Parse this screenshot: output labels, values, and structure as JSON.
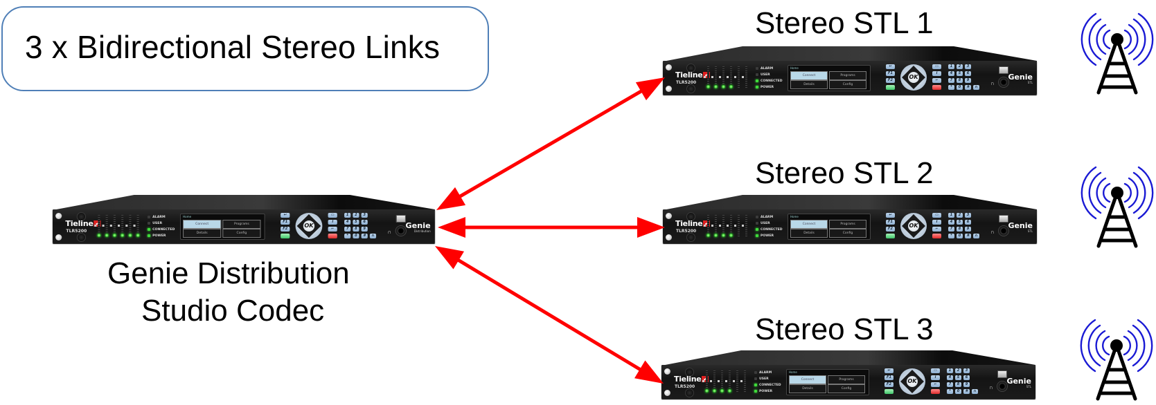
{
  "title": "3 x Bidirectional Stereo Links",
  "colors": {
    "title_border": "#4f7fb7",
    "link_arrow": "#ff0000",
    "tower_waves": "#1a1ad4",
    "tower_body": "#000000",
    "led_green": "#3fdc3a"
  },
  "studio_codec": {
    "label_line1": "Genie Distribution",
    "label_line2": "Studio Codec",
    "brand": "Tieline",
    "model": "TLR5200",
    "product": "Genie",
    "product_variant": "Distribution",
    "active_meters": 6
  },
  "stl_units": [
    {
      "label": "Stereo STL 1",
      "brand": "Tieline",
      "model": "TLR5200",
      "product": "Genie",
      "product_variant": "STL",
      "active_meters": 4
    },
    {
      "label": "Stereo STL 2",
      "brand": "Tieline",
      "model": "TLR5200",
      "product": "Genie",
      "product_variant": "STL",
      "active_meters": 4
    },
    {
      "label": "Stereo STL 3",
      "brand": "Tieline",
      "model": "TLR5200",
      "product": "Genie",
      "product_variant": "STL",
      "active_meters": 4
    }
  ],
  "device_panel": {
    "status_leds": [
      {
        "label": "ALARM",
        "on": false
      },
      {
        "label": "USER",
        "on": false
      },
      {
        "label": "CONNECTED",
        "on": true
      },
      {
        "label": "POWER",
        "on": true
      }
    ],
    "screen_header": "Home",
    "screen_buttons": [
      "Connect",
      "Programs",
      "Details",
      "Config"
    ],
    "selected_screen_button": "Connect",
    "left_keys": [
      "↩",
      "F1",
      "F2",
      ""
    ],
    "ok_label": "OK",
    "keypad": [
      "1",
      "2",
      "3",
      "4",
      "5",
      "6",
      "7",
      "8",
      "9",
      "*",
      "0",
      "#"
    ],
    "headphone_symbol": "∩"
  },
  "links": [
    {
      "from": "studio_codec",
      "to": "Stereo STL 1",
      "direction": "bidirectional"
    },
    {
      "from": "studio_codec",
      "to": "Stereo STL 2",
      "direction": "bidirectional"
    },
    {
      "from": "studio_codec",
      "to": "Stereo STL 3",
      "direction": "bidirectional"
    }
  ],
  "towers": [
    {
      "name": "transmitter-tower-1"
    },
    {
      "name": "transmitter-tower-2"
    },
    {
      "name": "transmitter-tower-3"
    }
  ]
}
